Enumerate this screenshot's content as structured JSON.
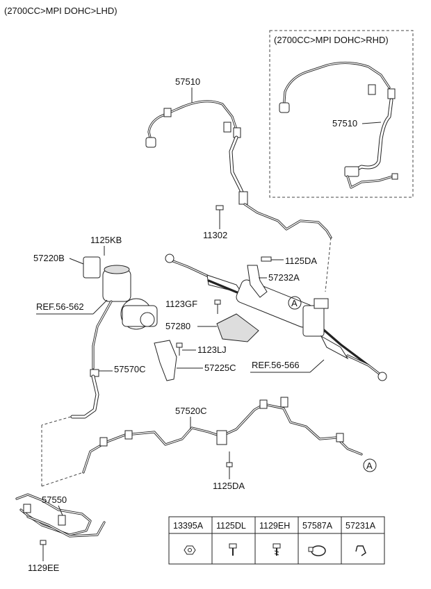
{
  "header": {
    "lhd_title": "(2700CC>MPI DOHC>LHD)",
    "rhd_title": "(2700CC>MPI DOHC>RHD)"
  },
  "callouts": {
    "p57510_lhd": "57510",
    "p57510_rhd": "57510",
    "p11302": "11302",
    "p1125KB": "1125KB",
    "p57220B": "57220B",
    "ref56562": "REF.56-562",
    "p1125DA_top": "1125DA",
    "p57232A": "57232A",
    "p1123GF": "1123GF",
    "p57280": "57280",
    "p1123LJ": "1123LJ",
    "p57570C": "57570C",
    "p57225C": "57225C",
    "ref56566": "REF.56-566",
    "p57520C": "57520C",
    "p1125DA_bottom": "1125DA",
    "p57550": "57550",
    "p1129EE": "1129EE",
    "marker_a1": "A",
    "marker_a2": "A"
  },
  "parts_table": {
    "headers": [
      "13395A",
      "1125DL",
      "1129EH",
      "57587A",
      "57231A"
    ],
    "icons": [
      "nut-icon",
      "bolt-icon",
      "screw-icon",
      "clamp-icon",
      "clip-icon"
    ]
  }
}
